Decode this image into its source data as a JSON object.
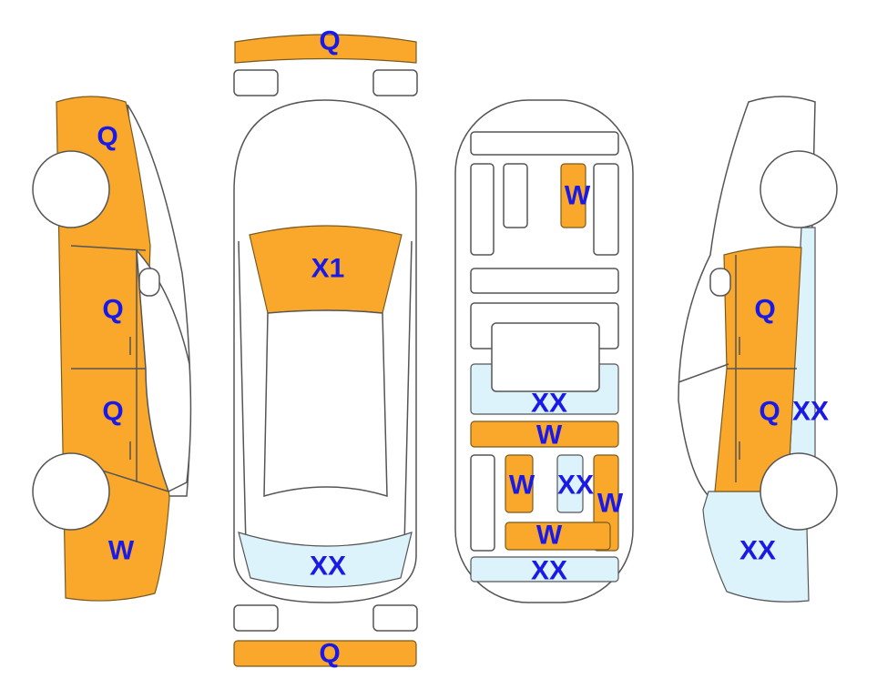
{
  "colors": {
    "damage_orange": "#F9A82B",
    "damage_blue": "#DDF3FB",
    "label": "#1a1ae6"
  },
  "labels": {
    "front_bumper": "Q",
    "left_front": "Q",
    "left_front_door": "Q",
    "left_rear_door": "Q",
    "left_rear": "W",
    "windshield": "X1",
    "rear_window": "XX",
    "rear_bumper": "Q",
    "interior_front_seat": "W",
    "interior_floor_blue": "XX",
    "interior_bar": "W",
    "interior_left_seat": "W",
    "interior_middle": "XX",
    "interior_right_seat": "W",
    "interior_rear_seat": "W",
    "interior_trunk": "XX",
    "right_front_door": "Q",
    "right_rear_door": "Q",
    "right_rear_pillar": "XX",
    "right_rear": "XX"
  }
}
